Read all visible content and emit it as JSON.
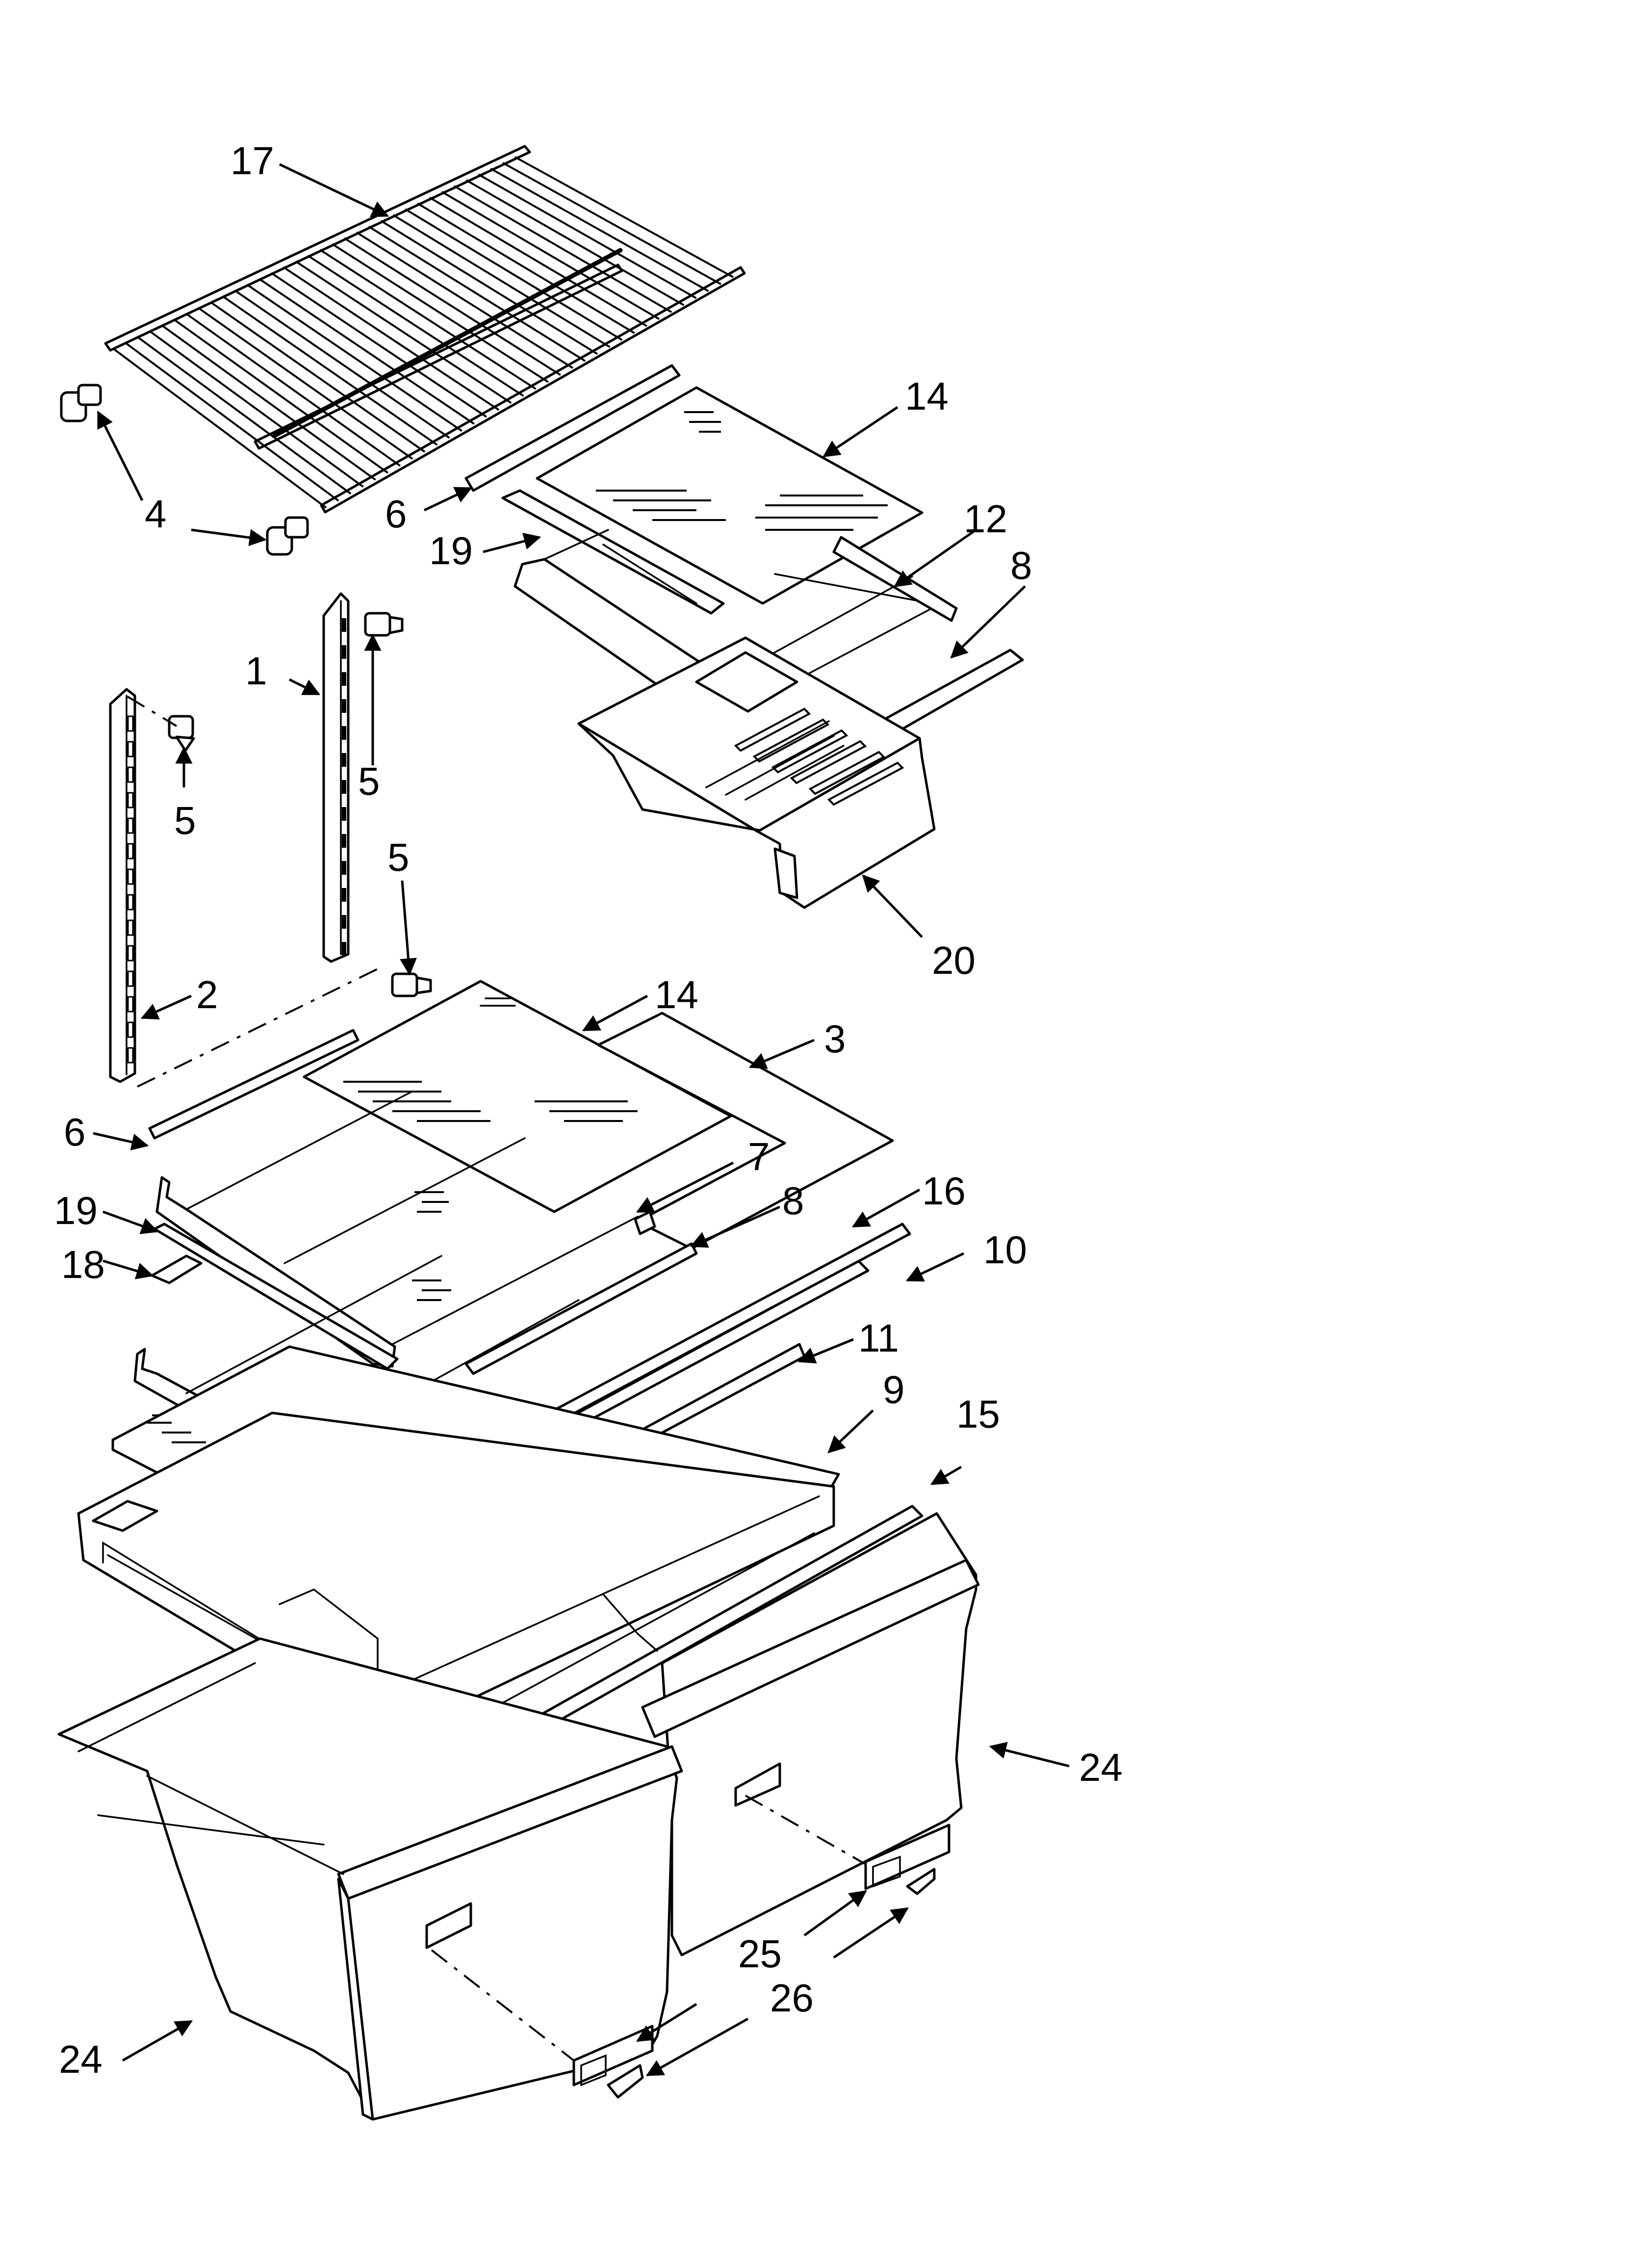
{
  "callouts": {
    "c17": "17",
    "c14a": "14",
    "c6a": "6",
    "c4": "4",
    "c19a": "19",
    "c12": "12",
    "c8a": "8",
    "c1": "1",
    "c5a": "5",
    "c5b": "5",
    "c5c": "5",
    "c20": "20",
    "c2": "2",
    "c14b": "14",
    "c3": "3",
    "c6b": "6",
    "c7": "7",
    "c8b": "8",
    "c16": "16",
    "c19b": "19",
    "c18": "18",
    "c10": "10",
    "c11": "11",
    "c9": "9",
    "c15": "15",
    "c24a": "24",
    "c24b": "24",
    "c25": "25",
    "c26": "26"
  },
  "colors": {
    "line": "#000000",
    "paper": "#ffffff"
  }
}
